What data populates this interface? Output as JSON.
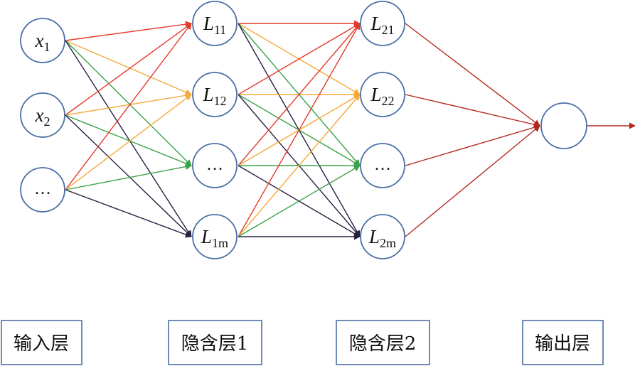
{
  "colors": {
    "red": "#e53a2a",
    "orange": "#f5a93a",
    "green": "#3aa348",
    "dark": "#2a2040",
    "output": "#b3281e",
    "node_stroke": "#4a6fa5"
  },
  "layers": {
    "input": {
      "label": "输入层"
    },
    "hidden1": {
      "label": "隐含层1"
    },
    "hidden2": {
      "label": "隐含层2"
    },
    "output": {
      "label": "输出层"
    }
  },
  "nodes": {
    "x1": {
      "main": "x",
      "sub": "1"
    },
    "x2": {
      "main": "x",
      "sub": "2"
    },
    "xn": {
      "main": "…",
      "sub": ""
    },
    "L11": {
      "main": "L",
      "sub": "11"
    },
    "L12": {
      "main": "L",
      "sub": "12"
    },
    "L1d": {
      "main": "…",
      "sub": ""
    },
    "L1m": {
      "main": "L",
      "sub": "1m"
    },
    "L21": {
      "main": "L",
      "sub": "21"
    },
    "L22": {
      "main": "L",
      "sub": "22"
    },
    "L2d": {
      "main": "…",
      "sub": ""
    },
    "L2m": {
      "main": "L",
      "sub": "2m"
    },
    "out": {
      "main": "",
      "sub": ""
    }
  }
}
